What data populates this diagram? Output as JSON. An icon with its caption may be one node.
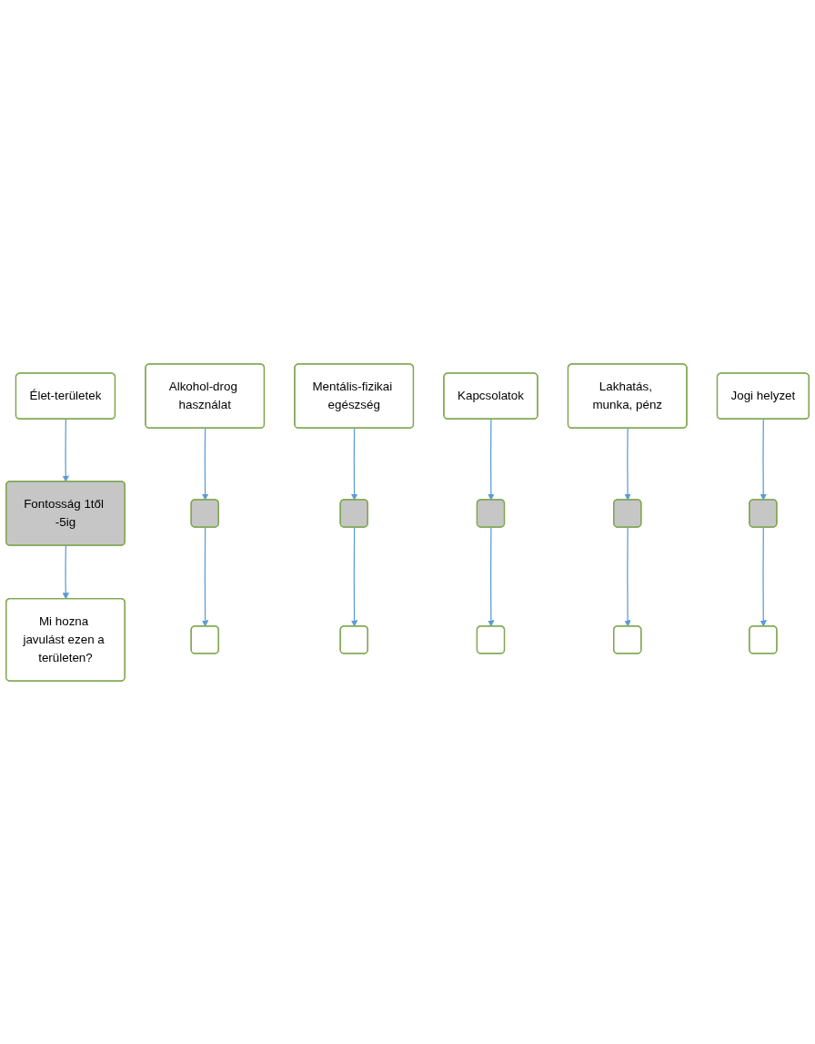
{
  "diagram": {
    "nodes": [
      {
        "text": [
          "Élet-területek"
        ]
      },
      {
        "text": [
          "Fontosság 1től -5ig"
        ]
      },
      {
        "text": [
          "Mi hozna javulást ezen a területen?"
        ]
      },
      {
        "text": [
          "Alkohol-drog használat"
        ]
      },
      {
        "text": [],
        "shape": "box"
      },
      {
        "text": [],
        "shape": "box"
      },
      {
        "text": [
          "Mentális-fizikai egészség"
        ]
      },
      {
        "text": [],
        "shape": "box"
      },
      {
        "text": [],
        "shape": "box"
      },
      {
        "text": [
          "Kapcsolatok"
        ]
      },
      {
        "text": [],
        "shape": "box"
      },
      {
        "text": [],
        "shape": "box"
      },
      {
        "text": [
          "Lakhatás, munka, pénz"
        ]
      },
      {
        "text": [],
        "shape": "box"
      },
      {
        "text": [],
        "shape": "box"
      },
      {
        "text": [
          "Jogi helyzet"
        ]
      },
      {
        "text": [],
        "shape": "box"
      },
      {
        "text": [],
        "shape": "box"
      }
    ],
    "edges": [
      {
        "from": 0,
        "to": 1,
        "arrow": "to"
      },
      {
        "from": 1,
        "to": 2,
        "arrow": "to"
      },
      {
        "from": 3,
        "to": 4,
        "arrow": "to"
      },
      {
        "from": 4,
        "to": 5,
        "arrow": "to"
      },
      {
        "from": 6,
        "to": 7,
        "arrow": "to"
      },
      {
        "from": 7,
        "to": 8,
        "arrow": "to"
      },
      {
        "from": 9,
        "to": 10,
        "arrow": "to"
      },
      {
        "from": 10,
        "to": 11,
        "arrow": "to"
      },
      {
        "from": 12,
        "to": 13,
        "arrow": "to"
      },
      {
        "from": 13,
        "to": 14,
        "arrow": "to"
      },
      {
        "from": 15,
        "to": 16,
        "arrow": "to"
      },
      {
        "from": 16,
        "to": 17,
        "arrow": "to"
      }
    ]
  }
}
